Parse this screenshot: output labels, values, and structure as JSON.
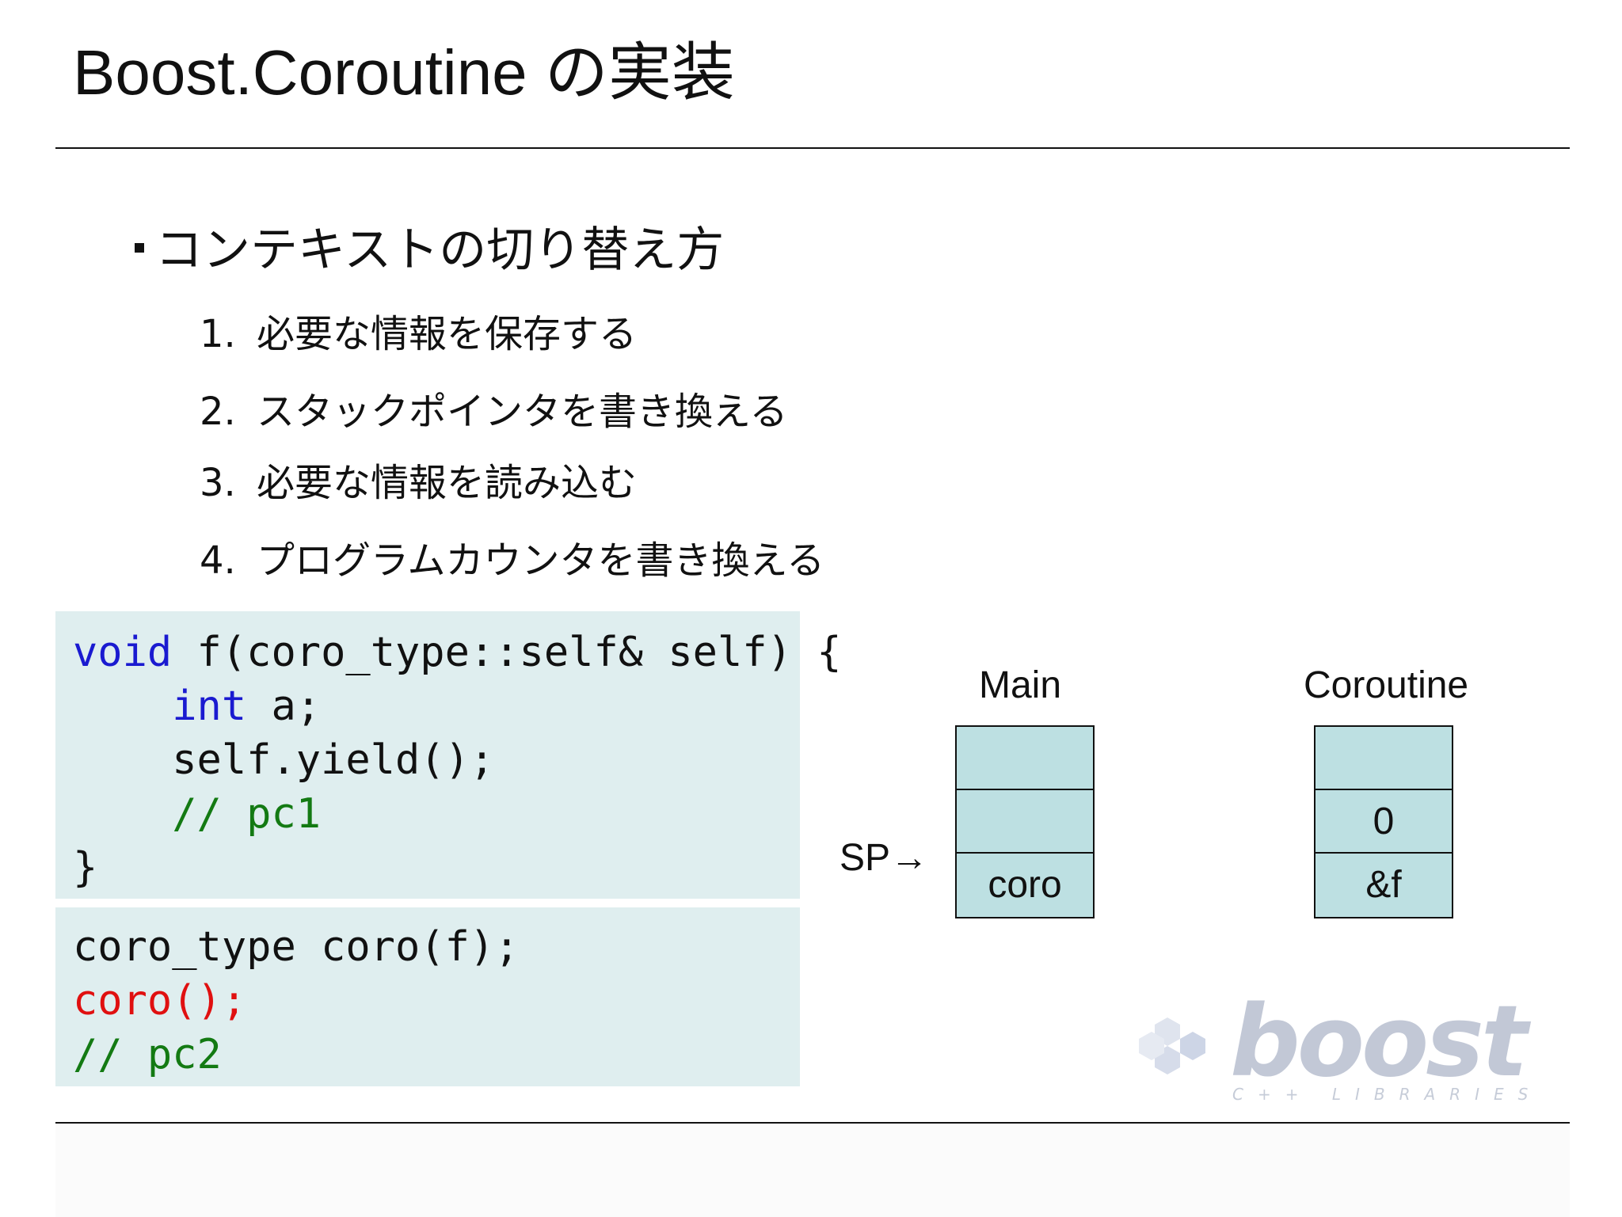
{
  "title": "Boost.Coroutine の実装",
  "section": {
    "heading": "コンテキストの切り替え方",
    "steps": [
      {
        "number": "1.",
        "text": "必要な情報を保存する"
      },
      {
        "number": "2.",
        "text": "スタックポインタを書き換える"
      },
      {
        "number": "3.",
        "text": "必要な情報を読み込む"
      },
      {
        "number": "4.",
        "text": "プログラムカウンタを書き換える"
      }
    ]
  },
  "code": {
    "function": {
      "l1_kw": "void",
      "l1_rest": " f(coro_type::self& self) {",
      "l2_indent": "    ",
      "l2_kw": "int",
      "l2_rest": " a;",
      "l3": "    self.yield();",
      "l4_indent": "    ",
      "l4_comment": "// pc1",
      "l5": "}"
    },
    "caller": {
      "l1": "coro_type coro(f);",
      "l2_call": "coro();",
      "l3_comment": "// pc2"
    }
  },
  "diagram": {
    "main": {
      "title": "Main",
      "cells": [
        "",
        "",
        "coro"
      ]
    },
    "coroutine": {
      "title": "Coroutine",
      "cells": [
        "",
        "0",
        "&f"
      ]
    },
    "sp_label": "SP→",
    "cell_color": "#bde0e2"
  },
  "logo": {
    "word": "boost",
    "sub": "C++ LIBRARIES"
  },
  "colors": {
    "code_background": "#dfeeef",
    "keyword": "#1a1ad0",
    "comment": "#137a13",
    "highlight": "#e01010"
  }
}
